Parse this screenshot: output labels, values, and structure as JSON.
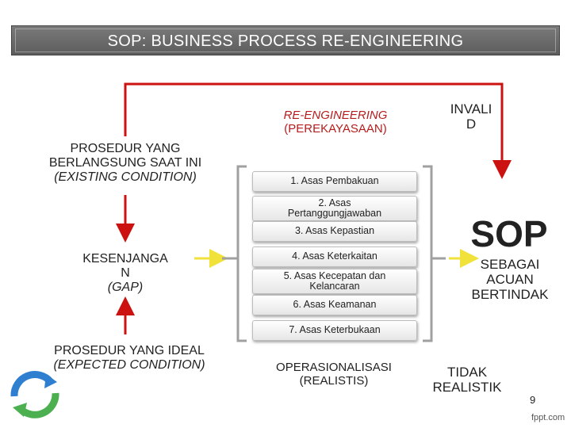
{
  "title": "SOP: BUSINESS PROCESS RE-ENGINEERING",
  "reengineering": {
    "line1": "RE-ENGINEERING",
    "line2": "(PEREKAYASAAN)"
  },
  "invalid": {
    "line1": "INVALI",
    "line2": "D"
  },
  "existing": {
    "line1": "PROSEDUR  YANG",
    "line2": "BERLANGSUNG SAAT INI",
    "line3": "(EXISTING CONDITION)"
  },
  "gap": {
    "line1": "KESENJANGA",
    "line2": "N",
    "line3": "(GAP)"
  },
  "expected": {
    "line1": "PROSEDUR YANG IDEAL",
    "line2": "(EXPECTED CONDITION)"
  },
  "asas": [
    "1. Asas Pembakuan",
    "2. Asas Pertanggungjawaban",
    "3. Asas Kepastian",
    "4. Asas Keterkaitan",
    "5. Asas Kecepatan dan Kelancaran",
    "6. Asas Keamanan",
    "7. Asas Keterbukaan"
  ],
  "sop": {
    "big": "SOP",
    "line1": "SEBAGAI",
    "line2": "ACUAN",
    "line3": "BERTINDAK"
  },
  "operasional": {
    "line1": "OPERASIONALISASI",
    "line2": "(REALISTIS)"
  },
  "tidak": {
    "line1": "TIDAK",
    "line2": "REALISTIK"
  },
  "page_number": "9",
  "footer": "fppt.com",
  "colors": {
    "red": "#cc1111",
    "yellow": "#f0e23a",
    "title_bg": "#6b6b6b",
    "bracket": "#a0a0a0"
  }
}
